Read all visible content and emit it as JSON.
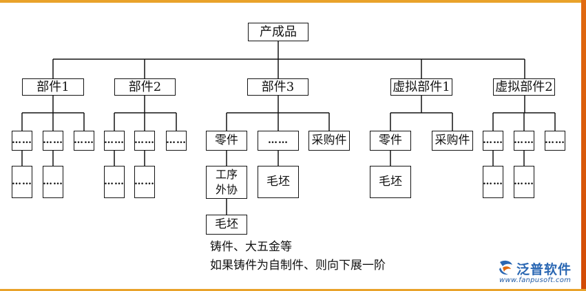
{
  "root": "产成品",
  "parts": [
    "部件1",
    "部件2",
    "部件3",
    "虚拟部件1",
    "虚拟部件2"
  ],
  "dots": "……",
  "part3_children": [
    "零件",
    "……",
    "采购件"
  ],
  "virtual1_children": [
    "零件",
    "采购件"
  ],
  "process": "工序\n外协",
  "process_line1": "工序",
  "process_line2": "外协",
  "blank": "毛坯",
  "notes": [
    "铸件、大五金等",
    "如果铸件为自制件、则向下展一阶"
  ],
  "logo": {
    "name": "泛普软件",
    "url": "www.fanpusoft.com",
    "color": "#2a67b3"
  },
  "colors": {
    "accent": "#e9a22a",
    "line": "#111111"
  }
}
